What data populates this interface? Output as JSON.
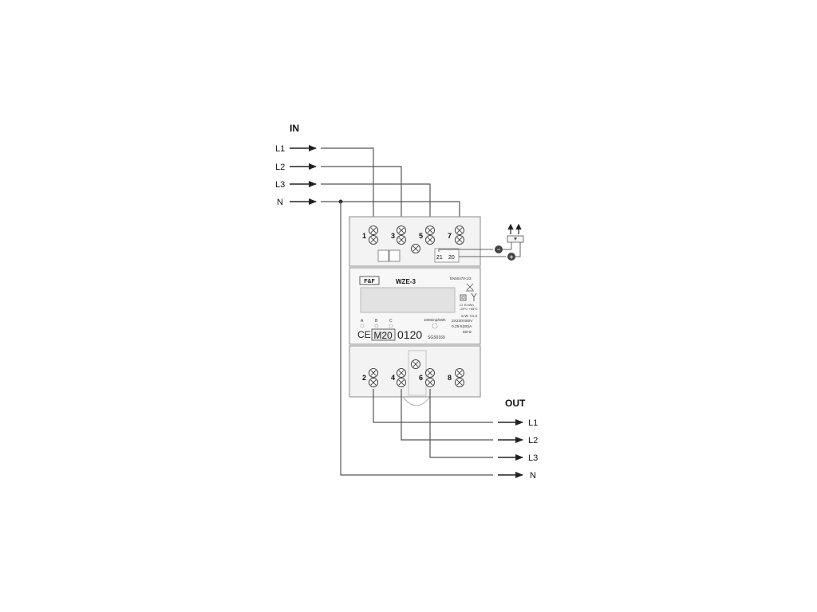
{
  "colors": {
    "wire": "#555555",
    "outline": "#8a8a8a",
    "body": "#f3f3f3",
    "lcd": "#e2e2e2",
    "text": "#111111"
  },
  "input": {
    "heading": "IN",
    "lines": [
      "L1",
      "L2",
      "L3",
      "N"
    ]
  },
  "output": {
    "heading": "OUT",
    "lines": [
      "L1",
      "L2",
      "L3",
      "N"
    ]
  },
  "meter": {
    "brand": "F&F",
    "model": "WZE-3",
    "standard": "EN50470-1/3",
    "phase_labels": [
      "A",
      "B",
      "C"
    ],
    "impulse_rate": "1000imp/kWh",
    "ce_mark": "CE",
    "metrology_mark": "M20",
    "notified_body": "0120",
    "certificate": "SGS0169",
    "class_line_1": "Cl. B  kWh",
    "class_line_2": "-25°C  +55°C",
    "software": "S.W. V1.0",
    "voltage": "3X230/400V",
    "current": "0,25-5(80)A",
    "frequency": "50Hz"
  },
  "terminals": {
    "top": [
      "1",
      "3",
      "5",
      "7"
    ],
    "bottom": [
      "2",
      "4",
      "6",
      "8"
    ],
    "pulse": [
      "21",
      "20"
    ],
    "pulse_polarity": [
      "−",
      "+"
    ]
  }
}
